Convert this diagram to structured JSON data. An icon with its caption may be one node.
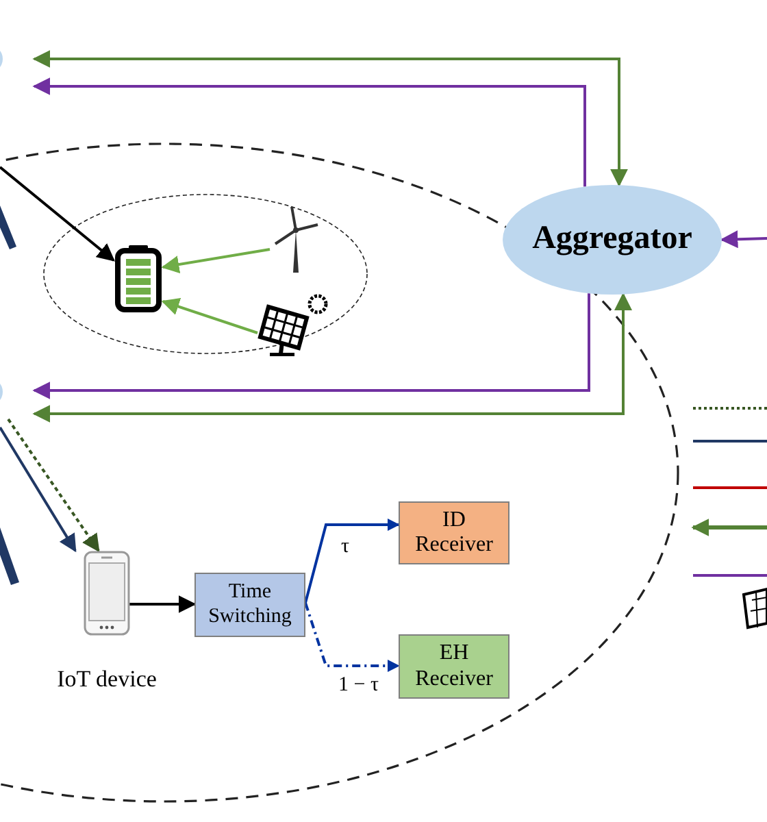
{
  "diagram": {
    "nodes": [
      {
        "text": [
          "Aggregator"
        ]
      },
      {
        "text": [],
        "shape": "battery"
      },
      {
        "text": [],
        "shape": "turbine"
      },
      {
        "text": [],
        "shape": "panel"
      },
      {
        "text": [
          "IoT device"
        ]
      },
      {
        "text": [
          "Time Switching"
        ]
      },
      {
        "text": [
          "ID Receiver"
        ]
      },
      {
        "text": [
          "EH Receiver"
        ]
      }
    ],
    "edges": [
      {
        "from": null,
        "to": 0,
        "arrow": "both",
        "color": "#548235"
      },
      {
        "from": 0,
        "to": null,
        "arrow": "to",
        "color": "#7030a0"
      },
      {
        "from": 0,
        "to": null,
        "arrow": "to",
        "color": "#7030a0"
      },
      {
        "from": null,
        "to": 0,
        "arrow": "both",
        "color": "#548235"
      },
      {
        "from": null,
        "to": 0,
        "arrow": "to",
        "color": "#7030a0"
      },
      {
        "from": null,
        "to": 1,
        "arrow": "to",
        "color": "#000000"
      },
      {
        "from": 2,
        "to": 1,
        "arrow": "to",
        "color": "#70ad47"
      },
      {
        "from": 3,
        "to": 1,
        "arrow": "to",
        "color": "#70ad47"
      },
      {
        "from": null,
        "to": 4,
        "arrow": "to",
        "color": "#203864"
      },
      {
        "from": null,
        "to": 4,
        "arrow": "to",
        "style": "dashed",
        "color": "#385723"
      },
      {
        "from": 4,
        "to": 5,
        "arrow": "to",
        "color": "#000000"
      },
      {
        "from": 5,
        "to": 6,
        "arrow": "to",
        "label": "τ",
        "color": "#0033a0"
      },
      {
        "from": 5,
        "to": 7,
        "arrow": "to",
        "label": "1 − τ",
        "style": "dashed",
        "color": "#0033a0"
      }
    ]
  }
}
